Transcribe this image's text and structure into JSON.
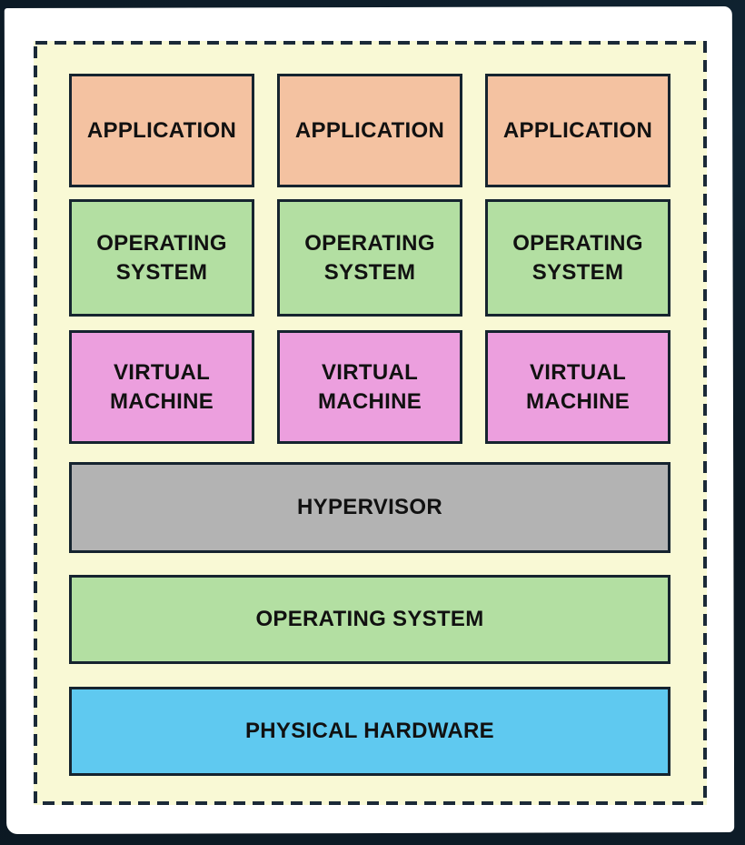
{
  "colors": {
    "frame": "#0d1b26",
    "paper": "#ffffff",
    "canvas": "#f9f9d5",
    "outline": "#16242f",
    "dashed_border": "#1b2a38",
    "application": "#f4c2a1",
    "operating_system": "#b3dfa2",
    "virtual_machine": "#ec9fde",
    "hypervisor": "#b3b3b3",
    "physical_hardware": "#5fc9f0",
    "label_text": "#111111"
  },
  "stacks": [
    {
      "application": "APPLICATION",
      "operating_system": "OPERATING SYSTEM",
      "virtual_machine": "VIRTUAL MACHINE"
    },
    {
      "application": "APPLICATION",
      "operating_system": "OPERATING SYSTEM",
      "virtual_machine": "VIRTUAL MACHINE"
    },
    {
      "application": "APPLICATION",
      "operating_system": "OPERATING SYSTEM",
      "virtual_machine": "VIRTUAL MACHINE"
    }
  ],
  "base_layers": [
    {
      "label": "HYPERVISOR"
    },
    {
      "label": "OPERATING SYSTEM"
    },
    {
      "label": "PHYSICAL HARDWARE"
    }
  ]
}
